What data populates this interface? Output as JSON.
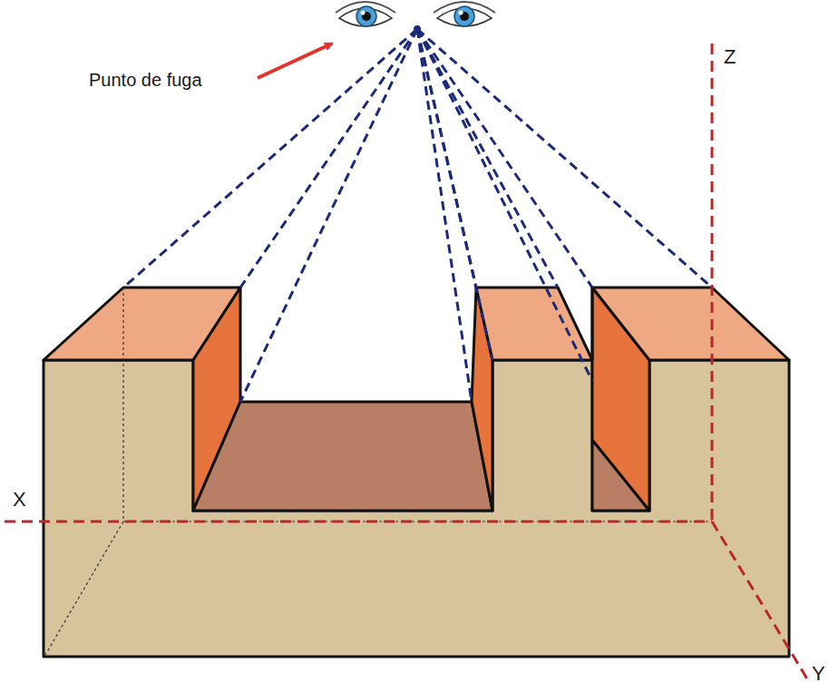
{
  "diagram": {
    "labels": [
      "Punto de fuga",
      "Z",
      "X",
      "Y"
    ]
  }
}
